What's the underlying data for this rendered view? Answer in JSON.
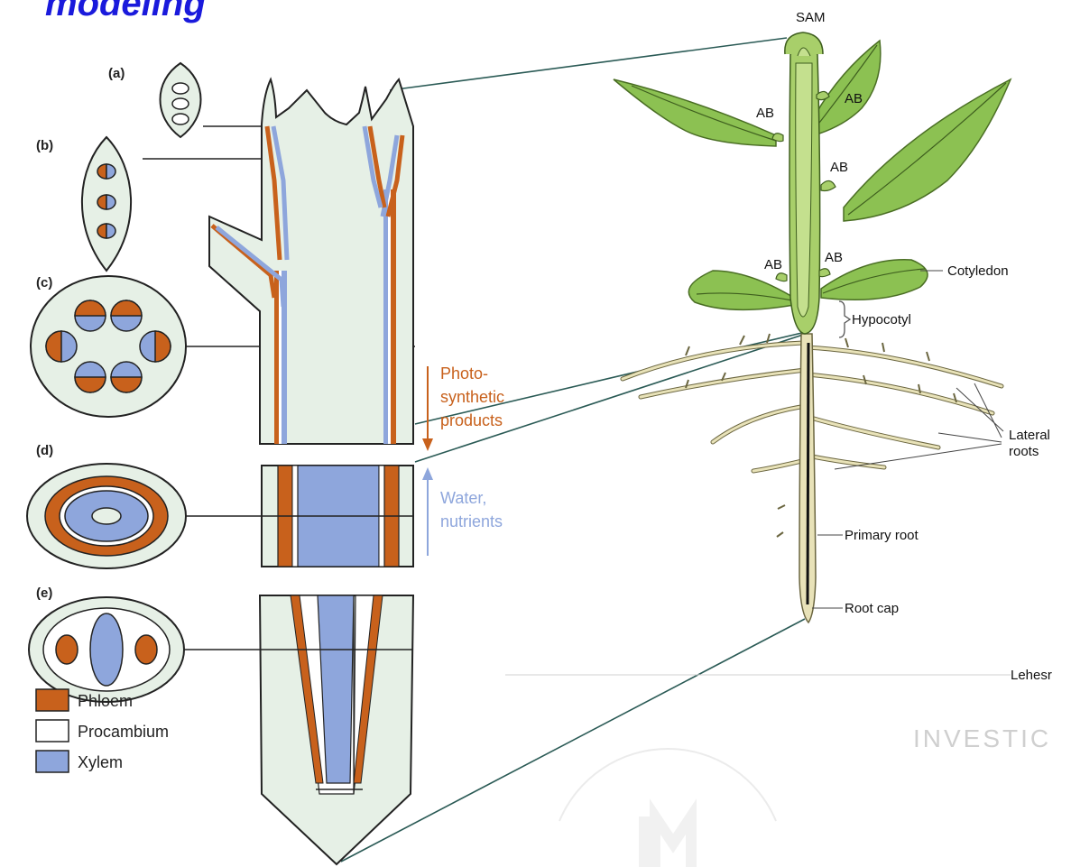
{
  "title": "modeling",
  "panel_labels": [
    "(a)",
    "(b)",
    "(c)",
    "(d)",
    "(e)"
  ],
  "flow": {
    "down_label_lines": [
      "Photo-",
      "synthetic",
      "products"
    ],
    "up_label_lines": [
      "Water,",
      "nutrients"
    ]
  },
  "legend": {
    "items": [
      {
        "label": "Phloem",
        "color": "#c8611c"
      },
      {
        "label": "Procambium",
        "color": "#ffffff"
      },
      {
        "label": "Xylem",
        "color": "#8ea6dc"
      }
    ]
  },
  "plant_labels": {
    "sam": "SAM",
    "ab": "AB",
    "cotyledon": "Cotyledon",
    "hypocotyl": "Hypocotyl",
    "lateral_roots_lines": [
      "Lateral",
      "roots"
    ],
    "primary_root": "Primary root",
    "root_cap": "Root cap"
  },
  "footer": {
    "author": "Lehesr",
    "watermark": "INVESTIC"
  },
  "colors": {
    "phloem": "#c8611c",
    "xylem": "#8ea6dc",
    "tissue": "#e6f0e6",
    "title": "#1a1adc",
    "leaf": "#8cc152",
    "root": "#e8e2b8",
    "connector": "#2a5a55"
  }
}
